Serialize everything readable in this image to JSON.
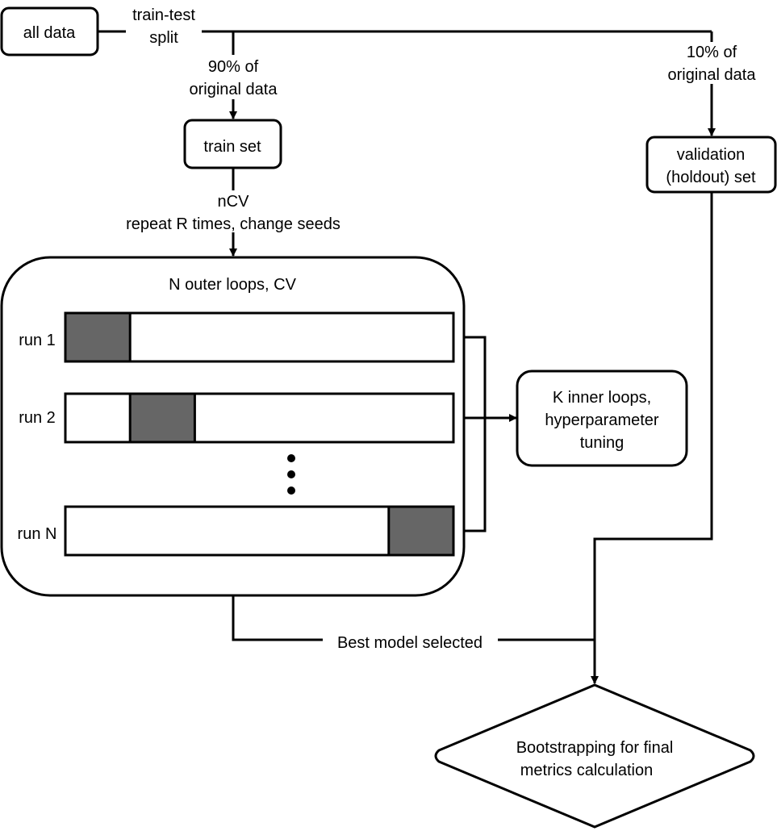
{
  "nodes": {
    "all_data": "all data",
    "train_set": "train set",
    "validation_set": [
      "validation",
      "(holdout) set"
    ],
    "outer_loops_title": "N outer loops, CV",
    "inner_loops": [
      "K inner loops,",
      "hyperparameter",
      "tuning"
    ],
    "bootstrapping": [
      "Bootstrapping for final",
      "metrics calculation"
    ]
  },
  "edges": {
    "train_test_split": [
      "train-test",
      "split"
    ],
    "train_fraction": [
      "90% of",
      "original data"
    ],
    "validation_fraction": [
      "10% of",
      "original data"
    ],
    "ncv": [
      "nCV",
      "repeat R times, change seeds"
    ],
    "best_model": "Best model selected"
  },
  "runs": [
    {
      "label": "run 1",
      "fold_index": 0
    },
    {
      "label": "run 2",
      "fold_index": 1
    },
    {
      "label": "run N",
      "fold_index": 5
    }
  ],
  "run_fold_count": 6,
  "colors": {
    "fold_fill": "#666666",
    "stroke": "#000000",
    "background": "#ffffff"
  }
}
